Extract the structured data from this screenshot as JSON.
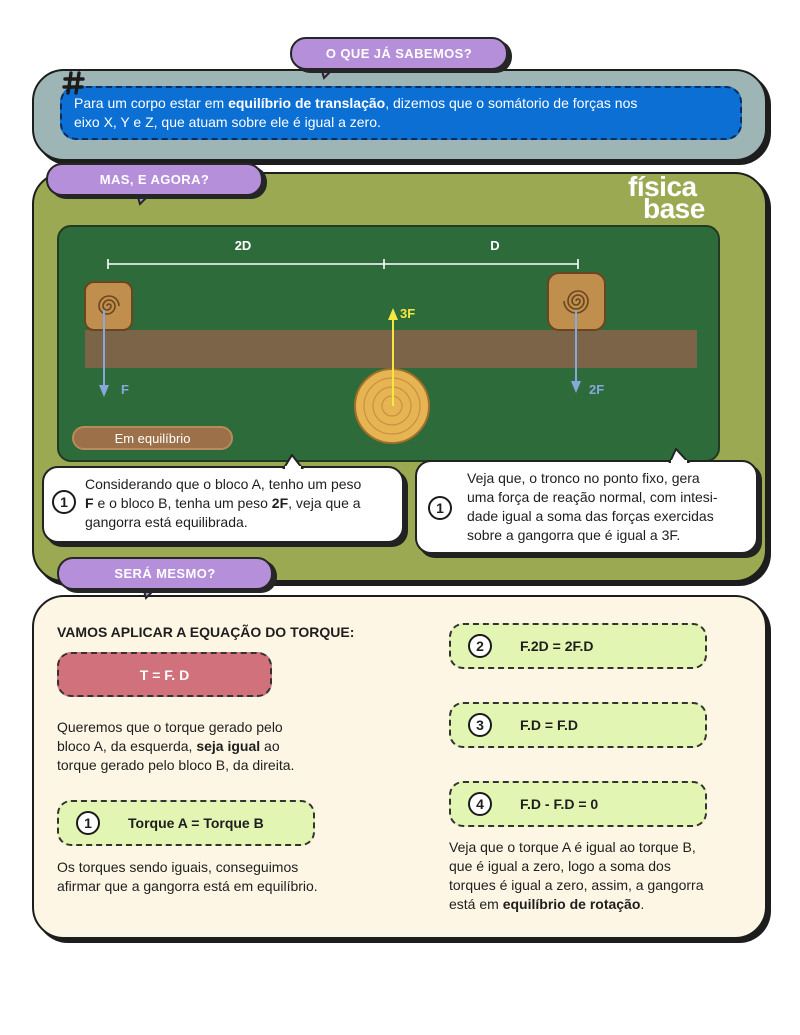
{
  "tags": {
    "known": "O QUE JÁ SABEMOS?",
    "now": "MAS, E AGORA?",
    "really": "SERÁ MESMO?"
  },
  "intro": {
    "icon": "hashtag-icon",
    "line1_a": "Para um corpo estar em ",
    "line1_bold": "equilíbrio de translação",
    "line1_b": ", dizemos que o somátorio de forças nos",
    "line2": "eixo X, Y e Z, que atuam sobre ele é igual a zero."
  },
  "logo": {
    "line1": "física",
    "line2": "base"
  },
  "diagram": {
    "dim_left": "2D",
    "dim_right": "D",
    "force_up": "3F",
    "force_a": "F",
    "force_b": "2F",
    "status": "Em equilíbrio"
  },
  "bubble_left": {
    "number": "1",
    "line1": "Considerando que o bloco A, tenho um peso",
    "line2_bold1": "F",
    "line2_a": " e o bloco B, tenha um peso ",
    "line2_bold2": "2F",
    "line2_b": ", veja que a",
    "line3": "gangorra está equilibrada."
  },
  "bubble_right": {
    "number": "1",
    "lines": [
      "Veja que, o tronco no ponto fixo, gera",
      "uma força de reação normal, com intesi-",
      "dade igual a soma das forças exercidas",
      "sobre a gangorra que é igual a 3F."
    ]
  },
  "torque": {
    "heading": "VAMOS APLICAR A EQUAÇÃO DO TORQUE:",
    "formula": "T = F. D",
    "para1": {
      "line1": "Queremos que o torque gerado pelo",
      "line2_a": "bloco A, da esquerda, ",
      "line2_bold": "seja igual",
      "line2_b": " ao",
      "line3": "torque gerado pelo bloco B, da direita."
    },
    "steps": [
      {
        "number": "1",
        "text": "Torque A = Torque B"
      },
      {
        "number": "2",
        "text": "F.2D = 2F.D"
      },
      {
        "number": "3",
        "text": "F.D = F.D"
      },
      {
        "number": "4",
        "text": "F.D - F.D = 0"
      }
    ],
    "para2": {
      "line1": "Os torques sendo iguais, conseguimos",
      "line2": "afirmar que a gangorra está em equilíbrio."
    },
    "para3": {
      "line1": "Veja que o torque A é igual ao torque B,",
      "line2": "que é igual a zero, logo a soma dos",
      "line3": "torques é igual a zero, assim, a gangorra",
      "line4_a": "está em ",
      "line4_bold": "equilíbrio de rotação",
      "line4_b": "."
    }
  },
  "colors": {
    "tag": "#b58fda",
    "known_bg": "#9db6b5",
    "intro_blue": "#0b6fd4",
    "now_bg": "#9aa952",
    "board_green": "#2e6b3a",
    "really_bg": "#fdf6e4",
    "formula_pink": "#d1717b",
    "step_green": "#e3f5b3",
    "force_blue": "#86a8db",
    "force_yellow": "#f4e840"
  }
}
